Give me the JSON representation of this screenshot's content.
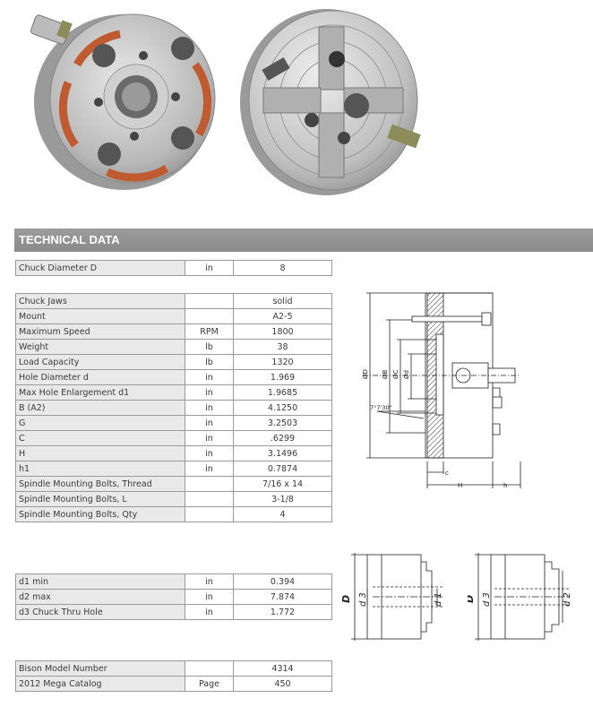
{
  "header": {
    "title": "TECHNICAL DATA"
  },
  "diameter_table": [
    {
      "label": "Chuck Diameter D",
      "unit": "in",
      "value": "8"
    }
  ],
  "main_table": [
    {
      "label": "Chuck Jaws",
      "unit": "",
      "value": "solid"
    },
    {
      "label": "Mount",
      "unit": "",
      "value": "A2-5"
    },
    {
      "label": "Maximum Speed",
      "unit": "RPM",
      "value": "1800"
    },
    {
      "label": "Weight",
      "unit": "lb",
      "value": "38"
    },
    {
      "label": "Load Capacity",
      "unit": "lb",
      "value": "1320"
    },
    {
      "label": "Hole Diameter d",
      "unit": "in",
      "value": "1.969"
    },
    {
      "label": "Max Hole Enlargement d1",
      "unit": "in",
      "value": "1.9685"
    },
    {
      "label": "B (A2)",
      "unit": "in",
      "value": "4.1250"
    },
    {
      "label": "G",
      "unit": "in",
      "value": "3.2503"
    },
    {
      "label": "C",
      "unit": "in",
      "value": ".6299"
    },
    {
      "label": "H",
      "unit": "in",
      "value": "3.1496"
    },
    {
      "label": "h1",
      "unit": "in",
      "value": "0.7874"
    },
    {
      "label": "Spindle Mounting Bolts, Thread",
      "unit": "",
      "value": "7/16 x 14"
    },
    {
      "label": "Spindle Mounting Bolts, L",
      "unit": "",
      "value": "3-1/8"
    },
    {
      "label": "Spindle Mounting Bolts, Qty",
      "unit": "",
      "value": "4"
    }
  ],
  "holes_table": [
    {
      "label": "d1 min",
      "unit": "in",
      "value": "0.394"
    },
    {
      "label": "d2 max",
      "unit": "in",
      "value": "7.874"
    },
    {
      "label": "d3 Chuck Thru Hole",
      "unit": "in",
      "value": "1.772"
    }
  ],
  "bison_table": [
    {
      "label": "Bison Model Number",
      "unit": "",
      "value": "4314"
    },
    {
      "label": "2012 Mega Catalog",
      "unit": "Page",
      "value": "450"
    }
  ],
  "drawing_main_labels": {
    "D": "ØD",
    "B": "ØB",
    "C_dia": "ØC",
    "d": "Ød",
    "angle": "7°7'30\"",
    "c": "c",
    "H": "H",
    "h": "h"
  },
  "drawing_d2_labels": {
    "D": "D",
    "d3": "d 3",
    "d2": "d 1"
  },
  "drawing_d1_labels": {
    "D": "D",
    "d3": "d 3",
    "d2": "d 2"
  },
  "colors": {
    "header_bg": "#8f8f8f",
    "label_bg": "#e9e9e9",
    "border": "#9a9a9a"
  }
}
